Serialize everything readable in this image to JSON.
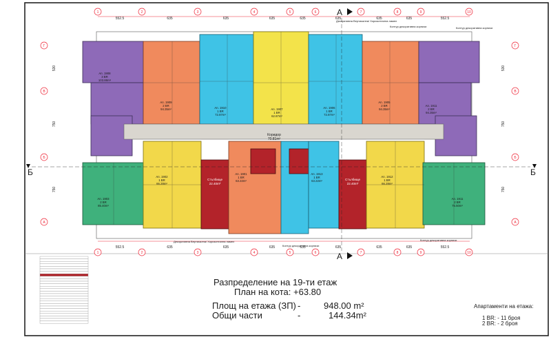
{
  "sections": {
    "top": "A",
    "bottom": "A",
    "left": "Б",
    "right": "Б"
  },
  "axes": {
    "numbers": [
      "1",
      "2",
      "3",
      "4",
      "5",
      "6",
      "7",
      "8",
      "9",
      "10"
    ],
    "letters": [
      "Г",
      "В",
      "Б",
      "А"
    ]
  },
  "dims": {
    "top": [
      "552.5",
      "635",
      "635",
      "635",
      "635",
      "635",
      "635",
      "635",
      "552.5"
    ],
    "bottom": [
      "552.5",
      "635",
      "635",
      "635",
      "635",
      "635",
      "635",
      "635",
      "552.5"
    ],
    "side": [
      "530",
      "750",
      "750"
    ]
  },
  "apartments": [
    {
      "name": "Ап. 1908",
      "type": "3 BR",
      "area": "103.88m²"
    },
    {
      "name": "Ап. 1909",
      "type": "2 BR",
      "area": "94.35m²"
    },
    {
      "name": "Ап. 1910",
      "type": "1 BR",
      "area": "72.87m²"
    },
    {
      "name": "Ап. 1907",
      "type": "1 BR",
      "area": "62.87m²"
    },
    {
      "name": "Ап. 1906",
      "type": "1 BR",
      "area": "72.87m²"
    },
    {
      "name": "Ап. 1905",
      "type": "2 BR",
      "area": "94.35m²"
    },
    {
      "name": "Ап. 1911",
      "type": "2 BR",
      "area": "94.35m²"
    },
    {
      "name": "Ап. 1903",
      "type": "2 BR",
      "area": "85.40m²"
    },
    {
      "name": "Ап. 1902",
      "type": "1 BR",
      "area": "66.28m²"
    },
    {
      "name": "Ап. 1901",
      "type": "1 BR",
      "area": "63.22m²"
    },
    {
      "name": "Ап. 1913",
      "type": "1 BR",
      "area": "63.22m²"
    },
    {
      "name": "Ап. 1912",
      "type": "1 BR",
      "area": "66.28m²"
    },
    {
      "name": "Ап. 1911",
      "type": "2 BR",
      "area": "75.50m²"
    }
  ],
  "common": {
    "corridor_label": "Коридор",
    "corridor_area": "70.81m²",
    "stair_label": "Стълбище",
    "stair_area": "22.40m²"
  },
  "notes": {
    "top1": "Декоративна Вертикална/ Хоризонтална ламел",
    "top2": "Контур декоративна корнизи",
    "top3": "Контур декоративна корнизи",
    "bottom1": "Декоративна Вертикална/ Хоризонтална ламел",
    "bottom2": "Контур декоративна корнизи",
    "bottom3": "Контур декоративна корнизи"
  },
  "title": {
    "line1": "Разпределение на  19-ти етаж",
    "line2": "План на кота: +63.80"
  },
  "stats": [
    {
      "label": "Площ на етажа (ЗП)",
      "sep": "-",
      "value": "948.00 m²"
    },
    {
      "label": "Общи части",
      "sep": "-",
      "value": "144.34m²"
    }
  ],
  "legend": {
    "title": "Апартаменти на етажа:",
    "rows": [
      "1 BR:  - 11 броя",
      "2 BR:  -  2  броя"
    ]
  },
  "colors": {
    "purple": "#8e6ab8",
    "orange": "#f08a5d",
    "cyan": "#3fc3e6",
    "yellow": "#f3e34a",
    "green": "#3fb17c",
    "ylw2": "#f2d84a",
    "red": "#b3232a",
    "corridor": "#d9d6cf"
  }
}
